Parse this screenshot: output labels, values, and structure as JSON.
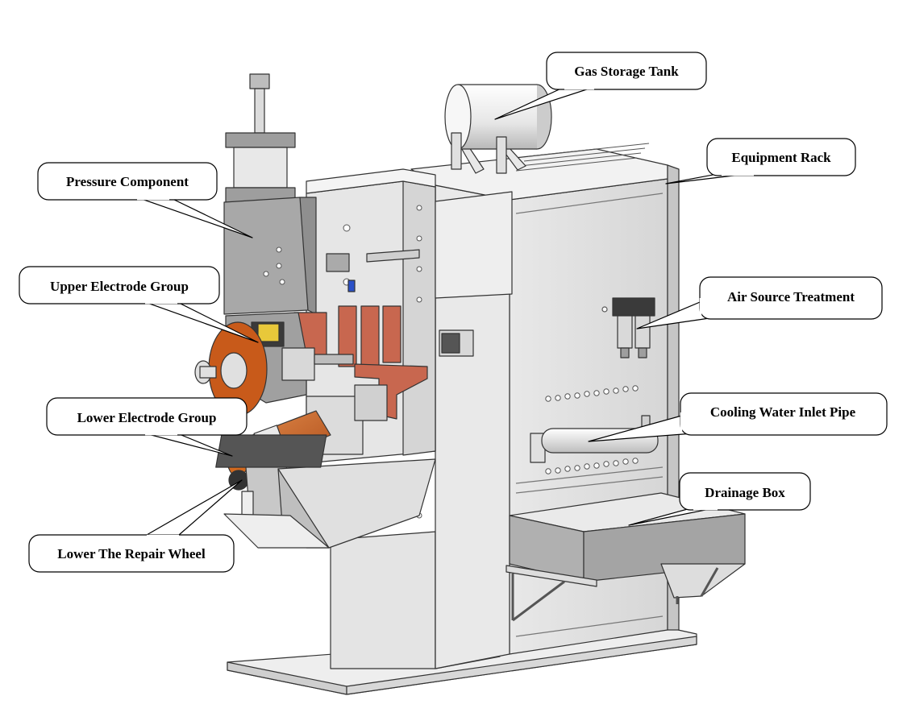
{
  "labels": {
    "gas_storage_tank": "Gas Storage Tank",
    "equipment_rack": "Equipment Rack",
    "pressure_component": "Pressure Component",
    "upper_electrode_group": "Upper Electrode Group",
    "air_source_treatment": "Air Source Treatment",
    "lower_electrode_group": "Lower Electrode Group",
    "cooling_water_inlet_pipe": "Cooling Water Inlet Pipe",
    "drainage_box": "Drainage Box",
    "lower_repair_wheel": "Lower The Repair Wheel"
  },
  "colors": {
    "copper": "#c8674f",
    "brass": "#d2691e",
    "machine_gray": "#dcdcdc",
    "dark_gray": "#6e6e6e",
    "yellow_accent": "#e8c83a",
    "outline": "#333333"
  }
}
